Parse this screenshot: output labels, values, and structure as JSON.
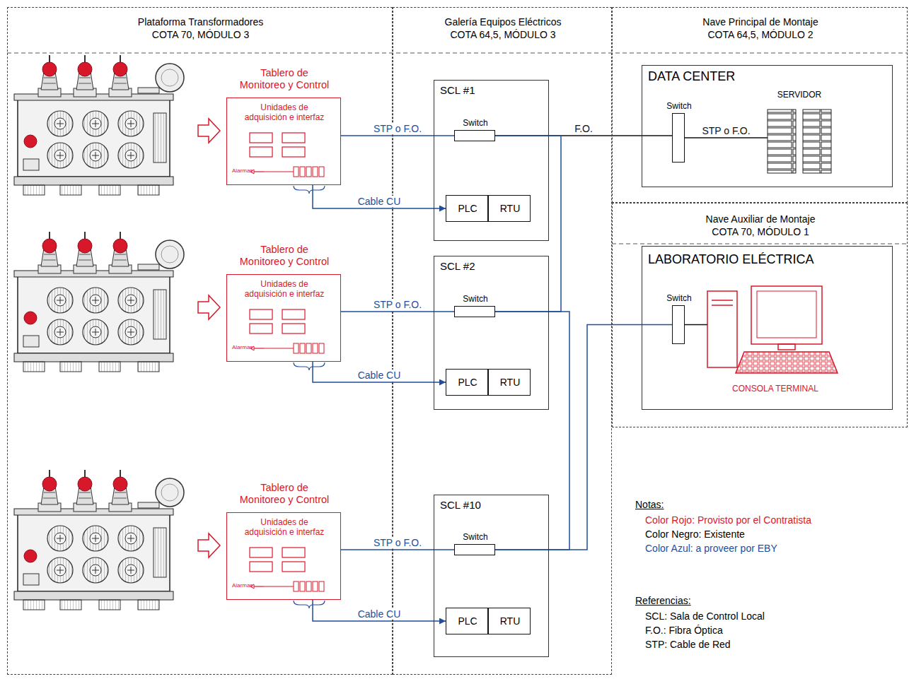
{
  "diagram": {
    "nodes": [
      {
        "text": [
          "Plataforma Transformadores",
          "COTA 70, MÓDULO 3"
        ]
      },
      {
        "text": [
          "Tablero de Monitoreo y Control",
          "Unidades de adquisición e interfaz"
        ],
        "in": 0
      },
      {
        "text": [
          "Tablero de Monitoreo y Control",
          "Unidades de adquisición e interfaz"
        ],
        "in": 0
      },
      {
        "text": [
          "Tablero de Monitoreo y Control",
          "Unidades de adquisición e interfaz"
        ],
        "in": 0
      },
      {
        "text": [
          "Galería Equipos Eléctricos",
          "COTA 64,5, MÓDULO 3"
        ]
      },
      {
        "text": [
          "SCL #1"
        ],
        "in": 4
      },
      {
        "text": [
          "Switch"
        ],
        "in": 5
      },
      {
        "text": [
          "PLC"
        ],
        "in": 5
      },
      {
        "text": [
          "RTU"
        ],
        "in": 5
      },
      {
        "text": [
          "SCL #2"
        ],
        "in": 4
      },
      {
        "text": [
          "Switch"
        ],
        "in": 9
      },
      {
        "text": [
          "PLC"
        ],
        "in": 9
      },
      {
        "text": [
          "RTU"
        ],
        "in": 9
      },
      {
        "text": [
          "SCL #10"
        ],
        "in": 4
      },
      {
        "text": [
          "Switch"
        ],
        "in": 13
      },
      {
        "text": [
          "PLC"
        ],
        "in": 13
      },
      {
        "text": [
          "RTU"
        ],
        "in": 13
      },
      {
        "text": [
          "Nave Principal de Montaje",
          "COTA 64,5, MÓDULO 2"
        ]
      },
      {
        "text": [
          "DATA CENTER"
        ],
        "in": 17
      },
      {
        "text": [
          "Switch"
        ],
        "in": 18
      },
      {
        "text": [
          "SERVIDOR"
        ],
        "in": 18
      },
      {
        "text": [
          "Nave Auxiliar de Montaje",
          "COTA 70, MÓDULO 1"
        ]
      },
      {
        "text": [
          "LABORATORIO ELÉCTRICA"
        ],
        "in": 21
      },
      {
        "text": [
          "Switch"
        ],
        "in": 22
      },
      {
        "text": [
          "CONSOLA TERMINAL"
        ],
        "in": 22
      }
    ],
    "edges": [
      {
        "from": 1,
        "to": 6,
        "arrow": "none",
        "label": "STP o F.O."
      },
      {
        "from": 1,
        "to": 7,
        "arrow": "to",
        "label": "Cable CU"
      },
      {
        "from": 2,
        "to": 10,
        "arrow": "none",
        "label": "STP o F.O."
      },
      {
        "from": 2,
        "to": 11,
        "arrow": "to",
        "label": "Cable CU"
      },
      {
        "from": 3,
        "to": 14,
        "arrow": "none",
        "label": "STP o F.O."
      },
      {
        "from": 3,
        "to": 15,
        "arrow": "to",
        "label": "Cable CU"
      },
      {
        "from": 6,
        "to": 19,
        "arrow": "none",
        "label": "F.O."
      },
      {
        "from": 6,
        "to": 10,
        "arrow": "none"
      },
      {
        "from": 10,
        "to": 14,
        "arrow": "none"
      },
      {
        "from": 14,
        "to": 23,
        "arrow": "none"
      },
      {
        "from": 19,
        "to": 20,
        "arrow": "none",
        "label": "STP o F.O."
      },
      {
        "from": 23,
        "to": 24,
        "arrow": "none"
      }
    ],
    "labels": [
      "Alarmas",
      "Alarmas",
      "Alarmas",
      "Notas:",
      "Referencias:",
      "SCL: Sala de Control Local",
      "F.O.: Fibra Óptica",
      "STP: Cable de Red"
    ],
    "legend": [
      {
        "text": "Color Rojo: Provisto por el Contratista",
        "color": "#d7182a"
      },
      {
        "text": "Color Negro: Existente",
        "color": "#000000"
      },
      {
        "text": "Color Azul: a proveer por EBY",
        "color": "#1f4e9e"
      }
    ]
  }
}
